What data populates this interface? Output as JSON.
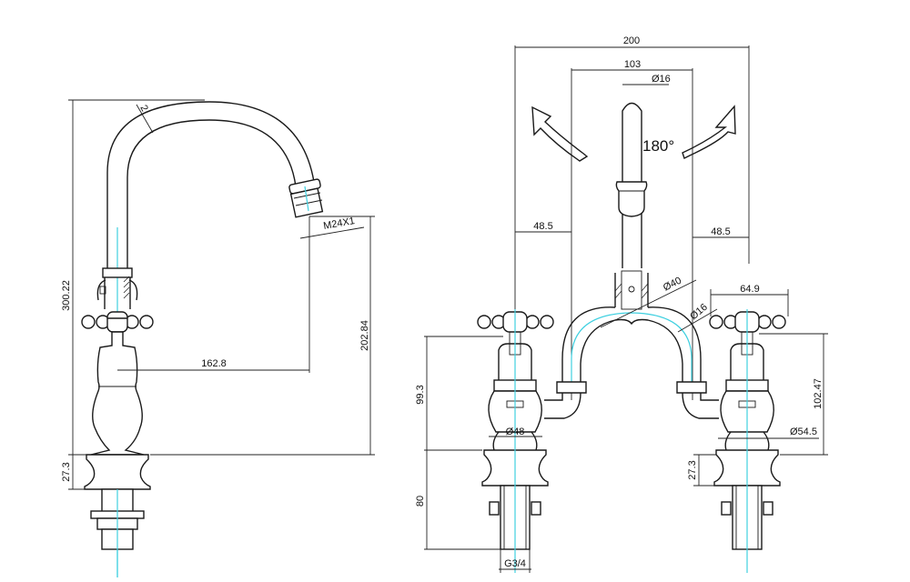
{
  "drawing": {
    "type": "technical-drawing",
    "subject": "bridge basin mixer tap with cross-head handles",
    "colors": {
      "line": "#1a1a1a",
      "centerline": "#3fd0e0",
      "background": "#ffffff"
    }
  },
  "side_view": {
    "dimensions": {
      "total_height": "300.22",
      "spout_outlet_height": "202.84",
      "spout_reach": "162.8",
      "base_height": "27.3",
      "aerator_thread": "M24X1",
      "pipe_wall": "2"
    }
  },
  "front_view": {
    "dimensions": {
      "overall_width": "200",
      "spout_span": "103",
      "spout_diameter": "Ø16",
      "rotation": "180°",
      "left_offset": "48.5",
      "right_offset": "48.5",
      "bridge_diameter": "Ø40",
      "bridge_pipe_diameter": "Ø16",
      "handle_width": "64.9",
      "left_valve_height": "99.3",
      "right_valve_height": "102.47",
      "left_body_diameter": "Ø48",
      "right_body_diameter": "Ø54.5",
      "right_base_height": "27.3",
      "tail_length": "80",
      "tail_thread": "G3/4"
    }
  }
}
